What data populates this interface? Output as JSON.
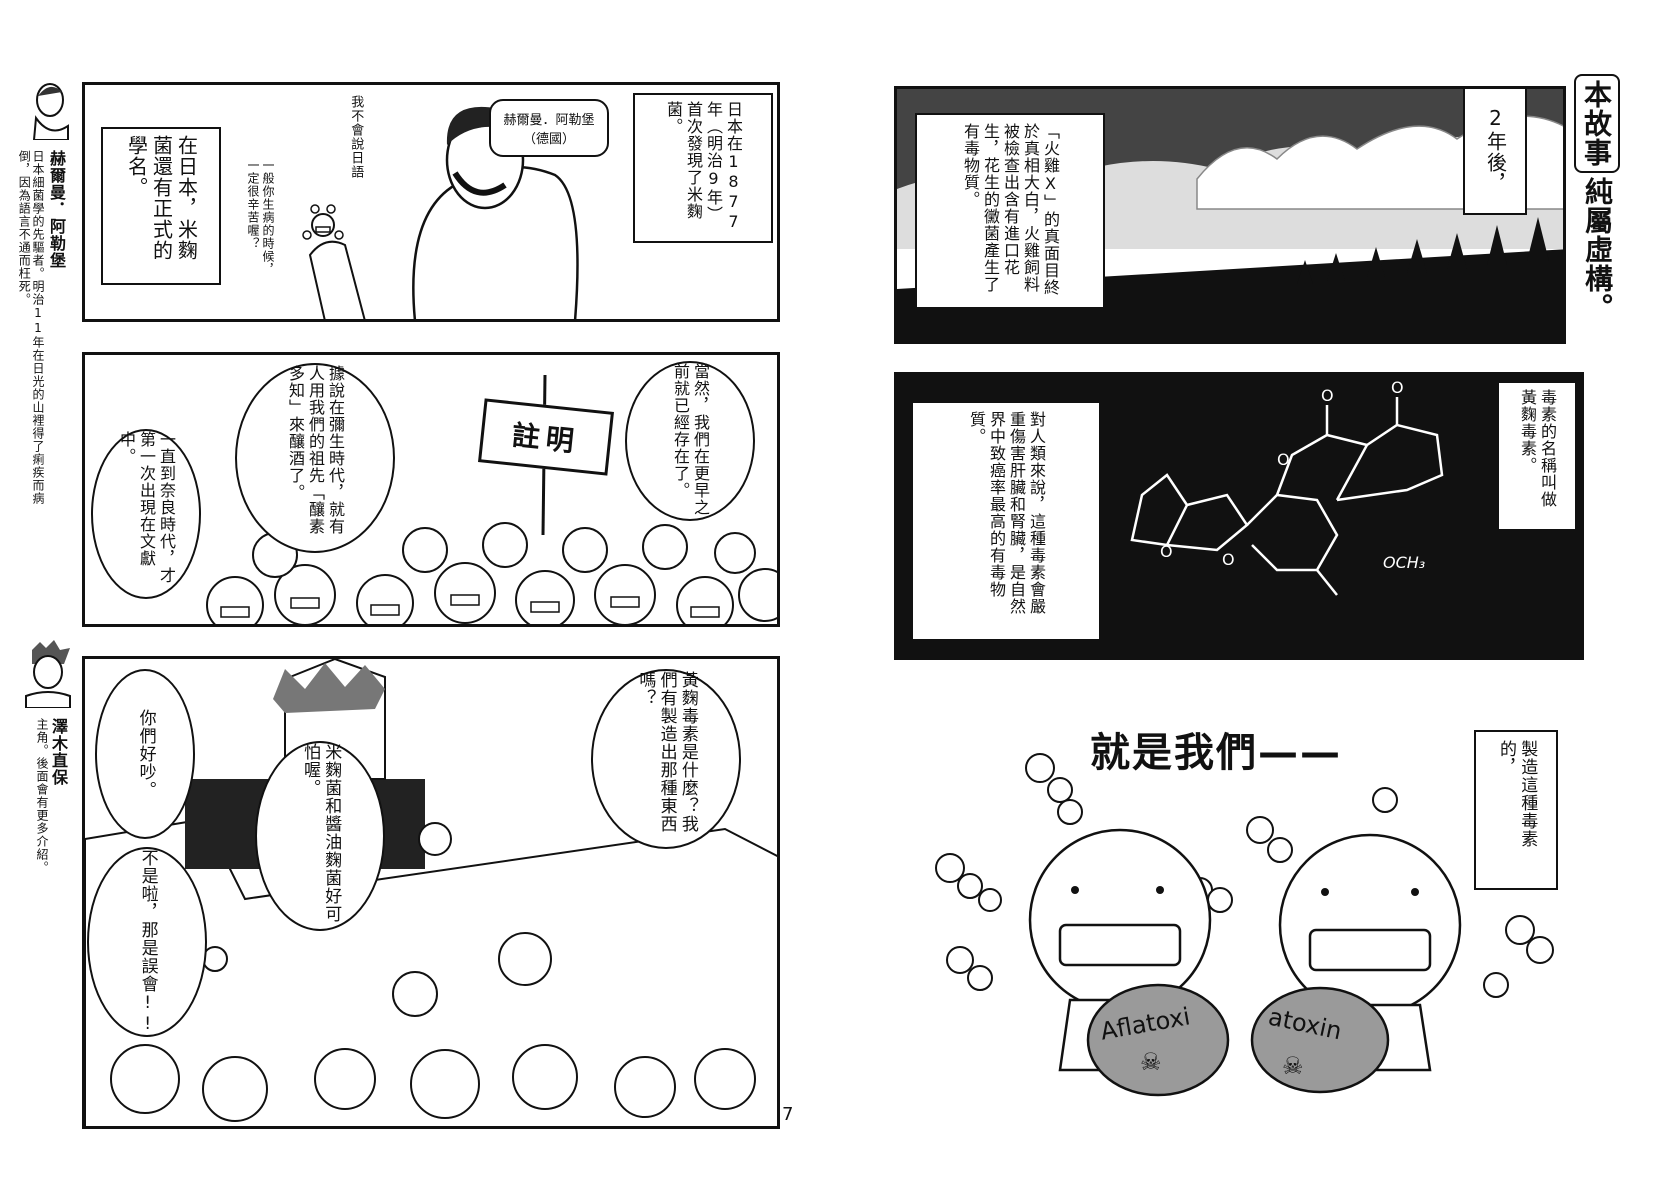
{
  "left_sidebar": {
    "char1_name": "赫爾曼．阿勒堡",
    "char1_desc": "日本細菌學的先驅者。明治11年在日光的山裡得了痢疾而病倒，因為語言不通而枉死。",
    "char2_name": "澤木直保",
    "char2_desc": "主角。後面會有更多介紹。"
  },
  "panel1": {
    "box_left": "在日本，米麴菌還有正式的學名。",
    "small_text": "一般你生病的時候，一定很辛苦喔？",
    "no_japanese": "我不會說日語",
    "name_box": "赫爾曼．阿勒堡（德國）",
    "caption_right": "日本在1877年（明治9年）首次發現了米麴菌。"
  },
  "panel2": {
    "bubble1": "一直到奈良時代，才第一次出現在文獻中。",
    "bubble2": "據說在彌生時代，就有人用我們的祖先「釀素多知」來釀酒了。",
    "sign": "註明",
    "bubble3": "當然，我們在更早之前就已經存在了。"
  },
  "panel3": {
    "bubble1": "你們好吵。",
    "bubble2": "米麴菌和醬油麴菌好可怕喔。",
    "bubble3": "不是啦，那是誤會!!",
    "bubble4": "黃麴毒素是什麼？我們有製造出那種東西嗎？"
  },
  "page_number": "7",
  "right_panel1": {
    "caption_left": "「火雞X」的真面目終於真相大白，火雞飼料被檢查出含有進口花生，花生的黴菌產生了有毒物質。",
    "caption_time": "2年後，"
  },
  "disclaimer": {
    "boxed": "本故事",
    "rest": "純屬虛構。"
  },
  "right_panel2": {
    "caption_left": "對人類來說，這種毒素會嚴重傷害肝臟和腎臟，是自然界中致癌率最高的有毒物質。",
    "caption_right": "毒素的名稱叫做黃麴毒素。",
    "och3": "OCH₃"
  },
  "right_bottom": {
    "headline": "就是我們——",
    "caption": "製造這種毒素的，",
    "tag1": "Aflatoxi",
    "tag2": "atoxin"
  },
  "colors": {
    "ink": "#111111",
    "paper": "#ffffff",
    "tone": "#9a9a9a"
  }
}
